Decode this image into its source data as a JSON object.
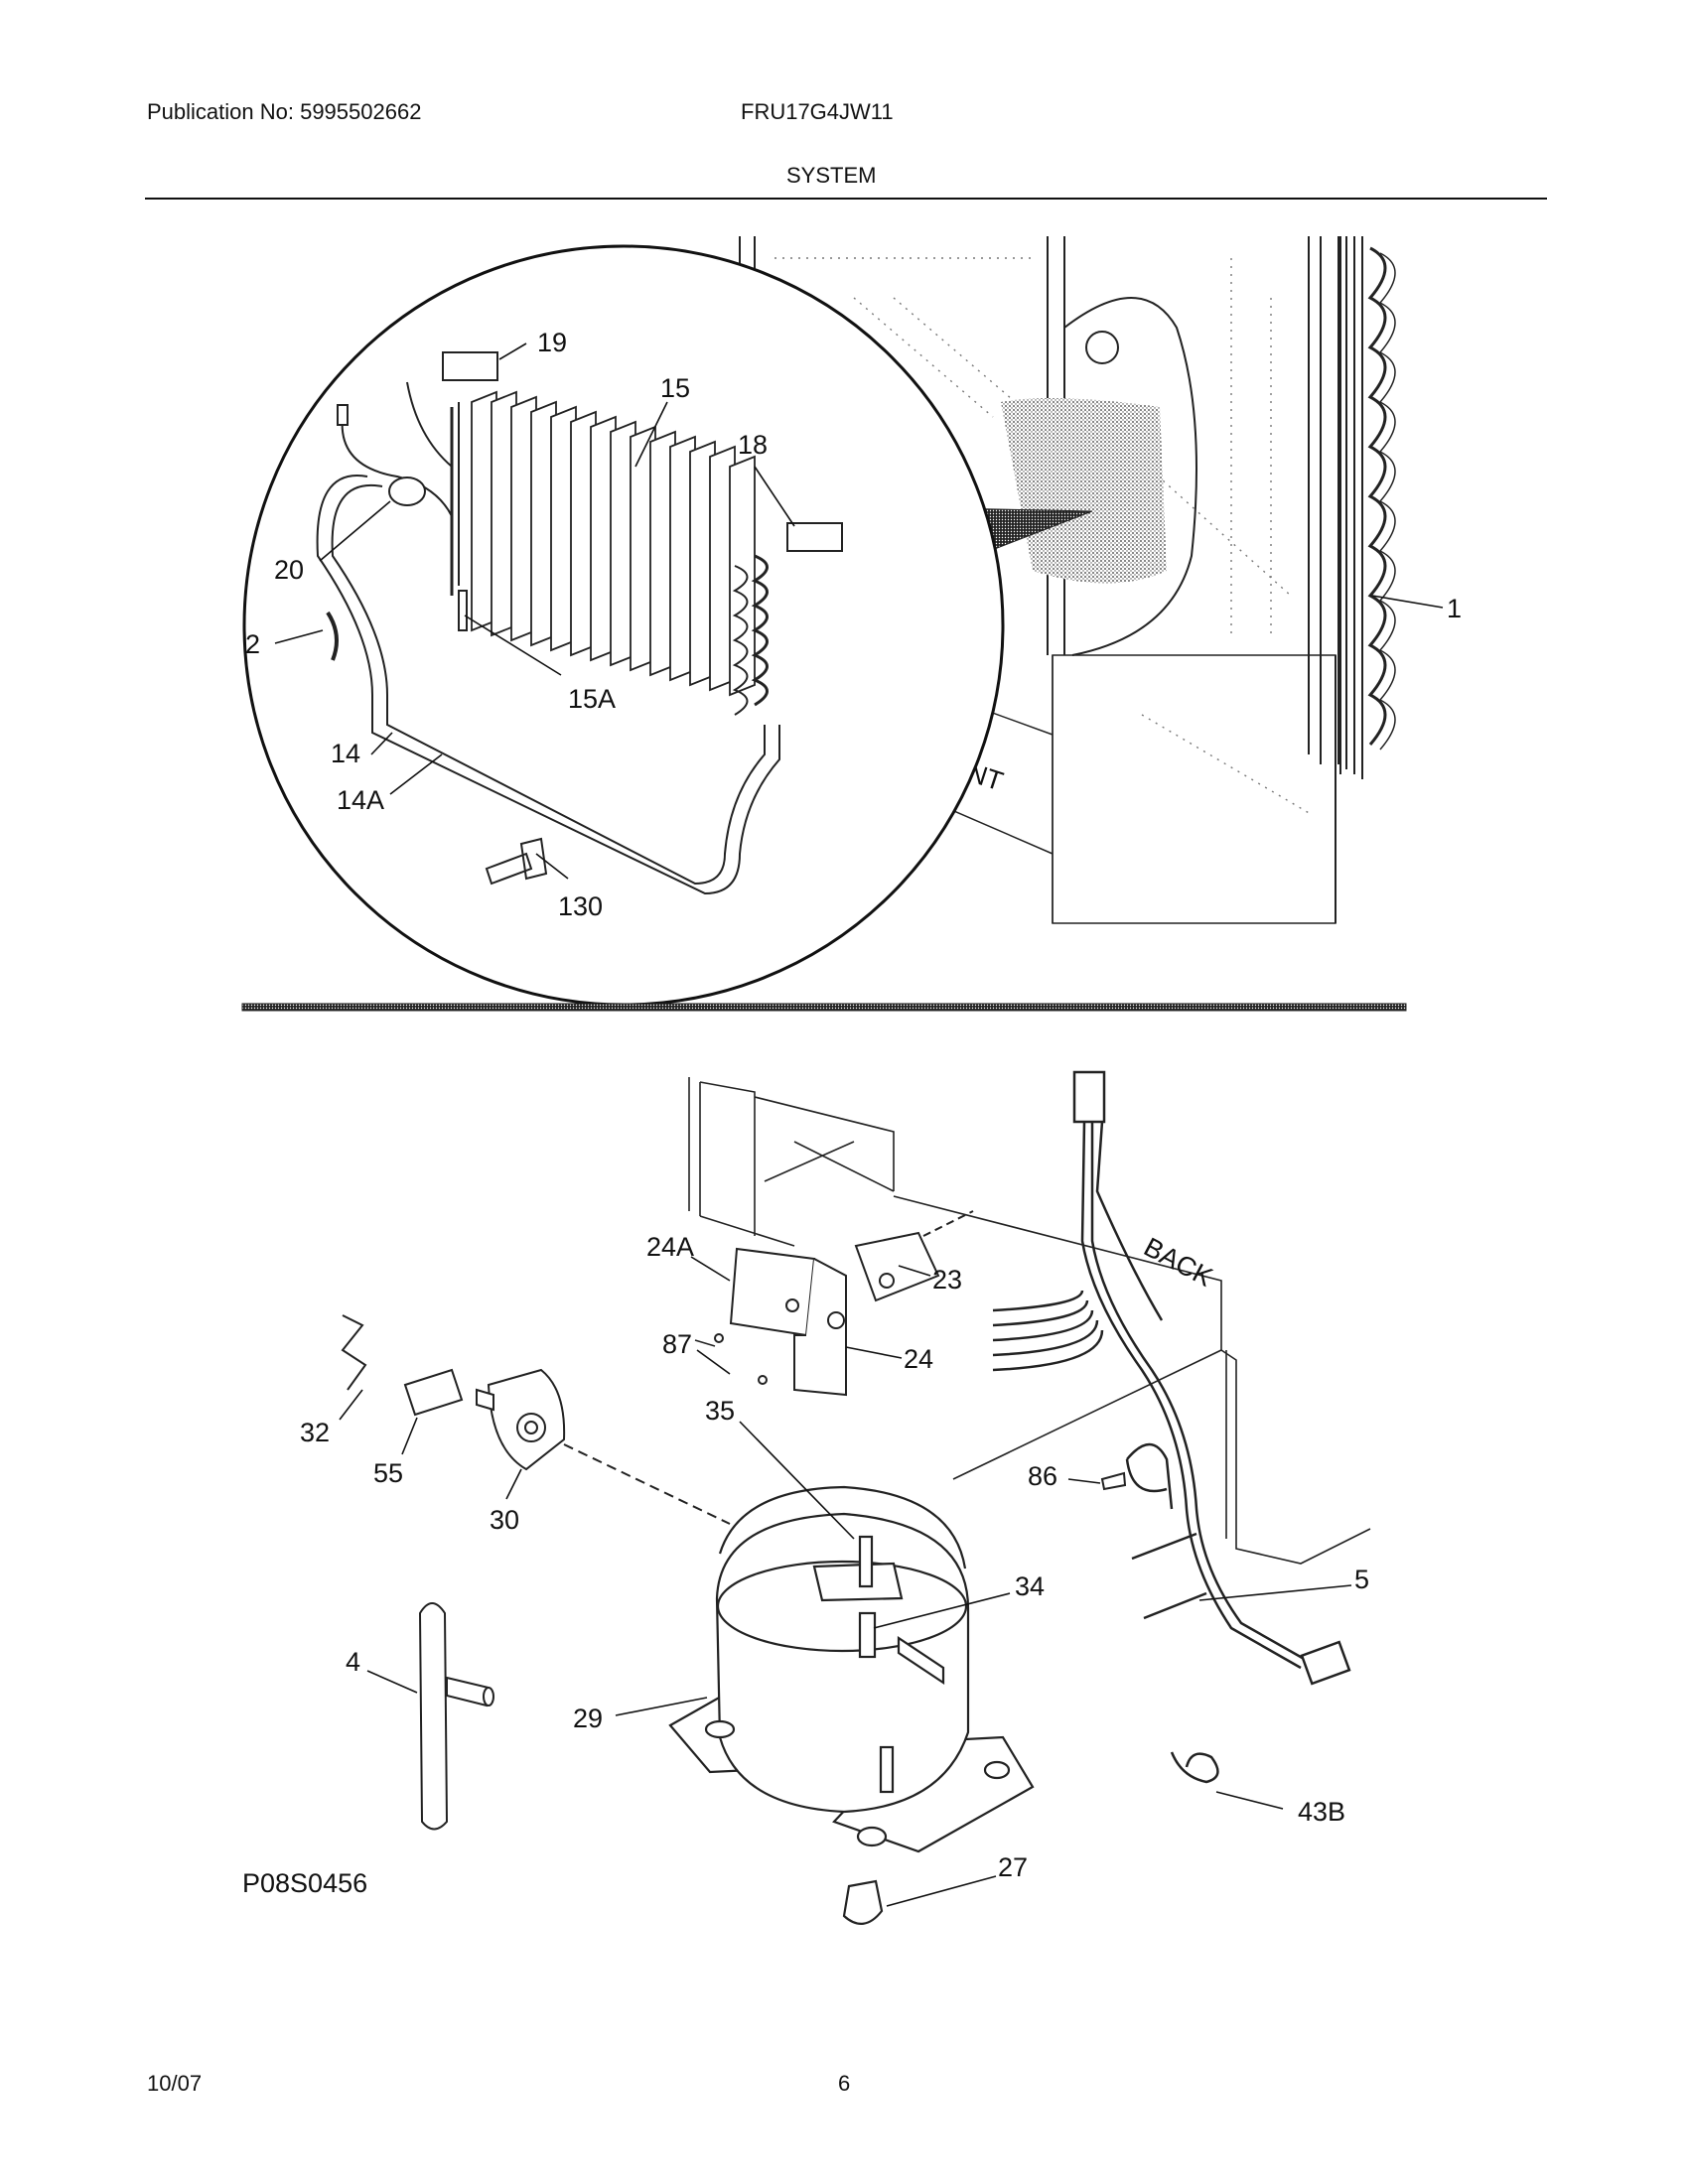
{
  "header": {
    "publication": "Publication No: 5995502662",
    "model": "FRU17G4JW11",
    "section_title": "SYSTEM"
  },
  "diagram": {
    "upper_callouts": [
      "19",
      "15",
      "18",
      "20",
      "2",
      "15A",
      "14",
      "14A",
      "130",
      "1"
    ],
    "upper_labels": {
      "front": "FRONT"
    },
    "lower_callouts": [
      "24A",
      "23",
      "87",
      "24",
      "32",
      "55",
      "30",
      "35",
      "86",
      "34",
      "5",
      "4",
      "29",
      "43B",
      "27"
    ],
    "lower_labels": {
      "back": "BACK"
    },
    "drawing_number": "P08S0456"
  },
  "footer": {
    "date": "10/07",
    "page": "6"
  }
}
